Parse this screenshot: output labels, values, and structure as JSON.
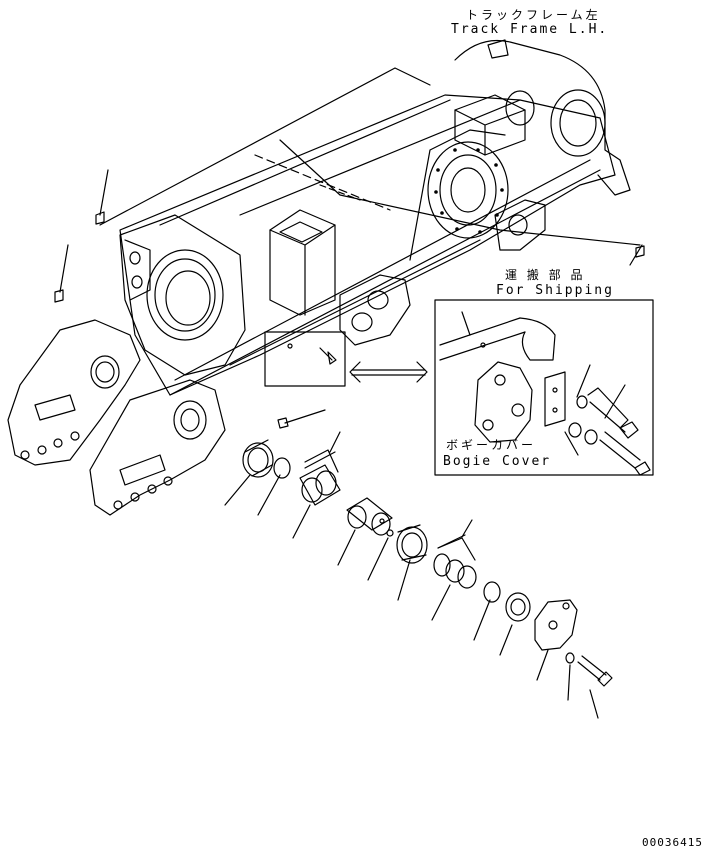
{
  "track_frame": {
    "label_jp": "トラックフレーム左",
    "label_en": "Track Frame L.H."
  },
  "shipping": {
    "label_jp": "運 搬 部 品",
    "label_en": "For Shipping"
  },
  "bogie": {
    "label_jp": "ボギーカバー",
    "label_en": "Bogie Cover"
  },
  "drawing_number": "00036415"
}
